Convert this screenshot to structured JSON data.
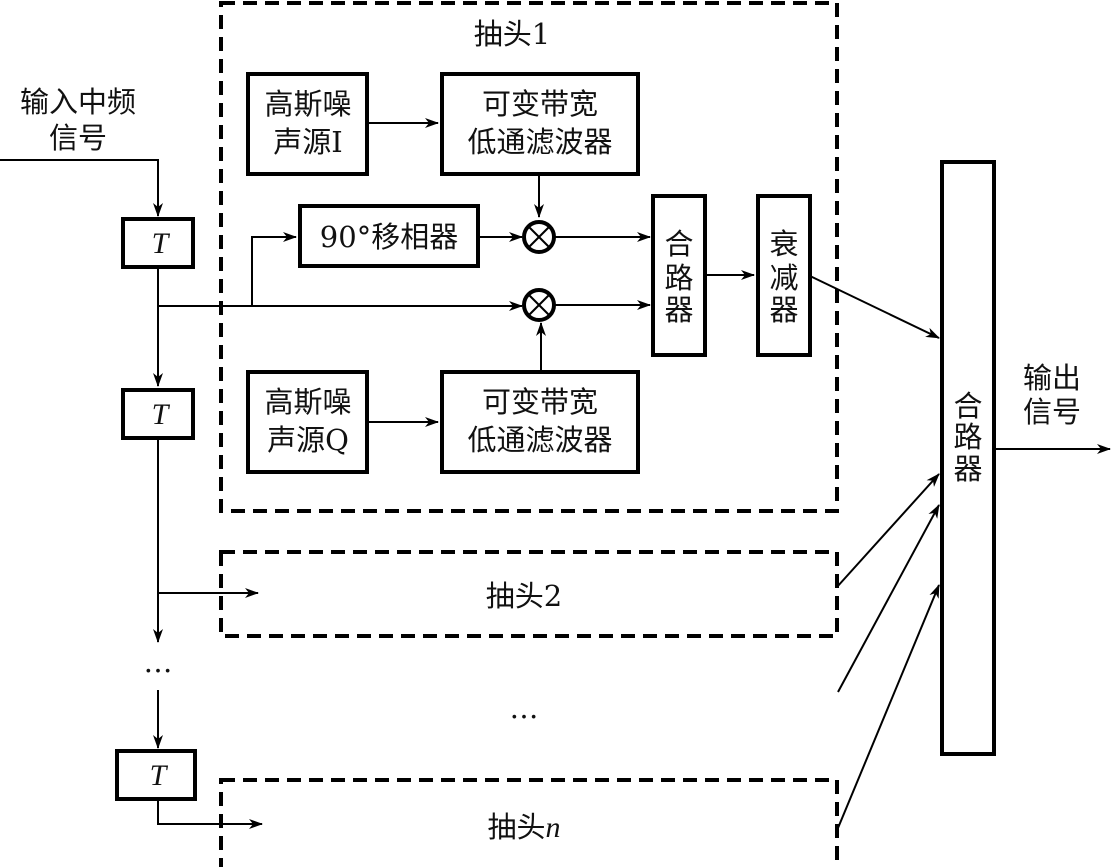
{
  "diagram": {
    "type": "block-diagram",
    "colors": {
      "line": "#000000",
      "text": "#111111",
      "background": "#ffffff"
    },
    "input_label": [
      "输入中频",
      "信号"
    ],
    "output_label": [
      "输出",
      "信号"
    ],
    "delay_label": "T",
    "delay_count_visible": 3,
    "vertical_ellipsis": "…",
    "middle_ellipsis": "…",
    "tap1": {
      "title": "抽头1",
      "noise_i": [
        "高斯噪",
        "声源I"
      ],
      "noise_q": [
        "高斯噪",
        "声源Q"
      ],
      "filter_i": [
        "可变带宽",
        "低通滤波器"
      ],
      "filter_q": [
        "可变带宽",
        "低通滤波器"
      ],
      "phase_shifter": "90°移相器",
      "mixer_symbol": "⊗",
      "combiner": [
        "合",
        "路",
        "器"
      ],
      "attenuator": [
        "衰",
        "减",
        "器"
      ]
    },
    "tap2": {
      "title_prefix": "抽头",
      "title_suffix": "2"
    },
    "tapn": {
      "title_prefix": "抽头",
      "title_suffix": "n"
    },
    "main_combiner": [
      "合",
      "路",
      "器"
    ]
  }
}
